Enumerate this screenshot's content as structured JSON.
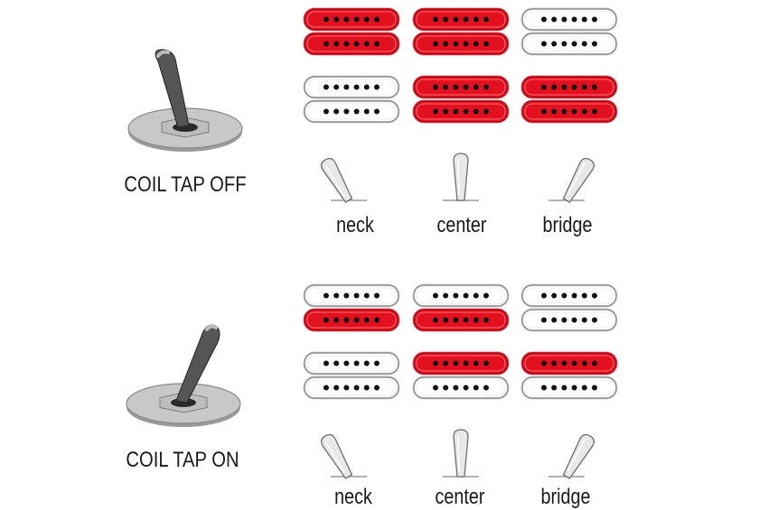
{
  "colors": {
    "active": "#e3111f",
    "active_stroke": "#a30a14",
    "inactive": "#ffffff",
    "inactive_stroke": "#8c8c8c",
    "pole": "#111111",
    "plate": "#c8c8c8",
    "lever": "#555555",
    "selector_tip": "#e8e8e8"
  },
  "icons": {
    "toggle": "toggle-switch-icon",
    "selector": "blade-selector-icon",
    "pickup": "humbucker-pickup-icon"
  },
  "sections": [
    {
      "id": "coil-tap-off",
      "label": "COIL TAP OFF",
      "toggle_state": "off",
      "positions": [
        {
          "label": "neck",
          "selector": "left",
          "pickups": [
            {
              "coils": [
                true,
                true
              ]
            },
            {
              "coils": [
                false,
                false
              ]
            }
          ]
        },
        {
          "label": "center",
          "selector": "center",
          "pickups": [
            {
              "coils": [
                true,
                true
              ]
            },
            {
              "coils": [
                true,
                true
              ]
            }
          ]
        },
        {
          "label": "bridge",
          "selector": "right",
          "pickups": [
            {
              "coils": [
                false,
                false
              ]
            },
            {
              "coils": [
                true,
                true
              ]
            }
          ]
        }
      ]
    },
    {
      "id": "coil-tap-on",
      "label": "COIL TAP ON",
      "toggle_state": "on",
      "positions": [
        {
          "label": "neck",
          "selector": "left",
          "pickups": [
            {
              "coils": [
                false,
                true
              ]
            },
            {
              "coils": [
                false,
                false
              ]
            }
          ]
        },
        {
          "label": "center",
          "selector": "center",
          "pickups": [
            {
              "coils": [
                false,
                true
              ]
            },
            {
              "coils": [
                true,
                false
              ]
            }
          ]
        },
        {
          "label": "bridge",
          "selector": "right",
          "pickups": [
            {
              "coils": [
                false,
                false
              ]
            },
            {
              "coils": [
                true,
                false
              ]
            }
          ]
        }
      ]
    }
  ]
}
